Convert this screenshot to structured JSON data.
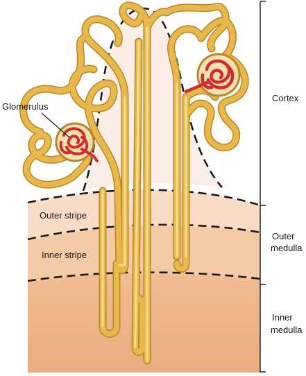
{
  "labels": {
    "glomerulus": "Glomerulus",
    "outer_stripe": "Outer stripe",
    "inner_stripe": "Inner stripe"
  },
  "zones": {
    "cortex": "Cortex",
    "outer_medulla_line1": "Outer",
    "outer_medulla_line2": "medulla",
    "inner_medulla_line1": "Inner",
    "inner_medulla_line2": "medulla"
  },
  "colors": {
    "tubule": "#e9b84a",
    "tubule_edge": "#b8862a",
    "tubule_core": "#f7dc8c",
    "glomerulus": "#d42a2a",
    "capsule": "#f3e2b0",
    "cortex_fill": "#fbeee6",
    "outer_stripe_fill": "#f8dcc6",
    "outer_medulla_fill": "#f4c9a6",
    "inner_medulla_fill": "#edb488"
  }
}
